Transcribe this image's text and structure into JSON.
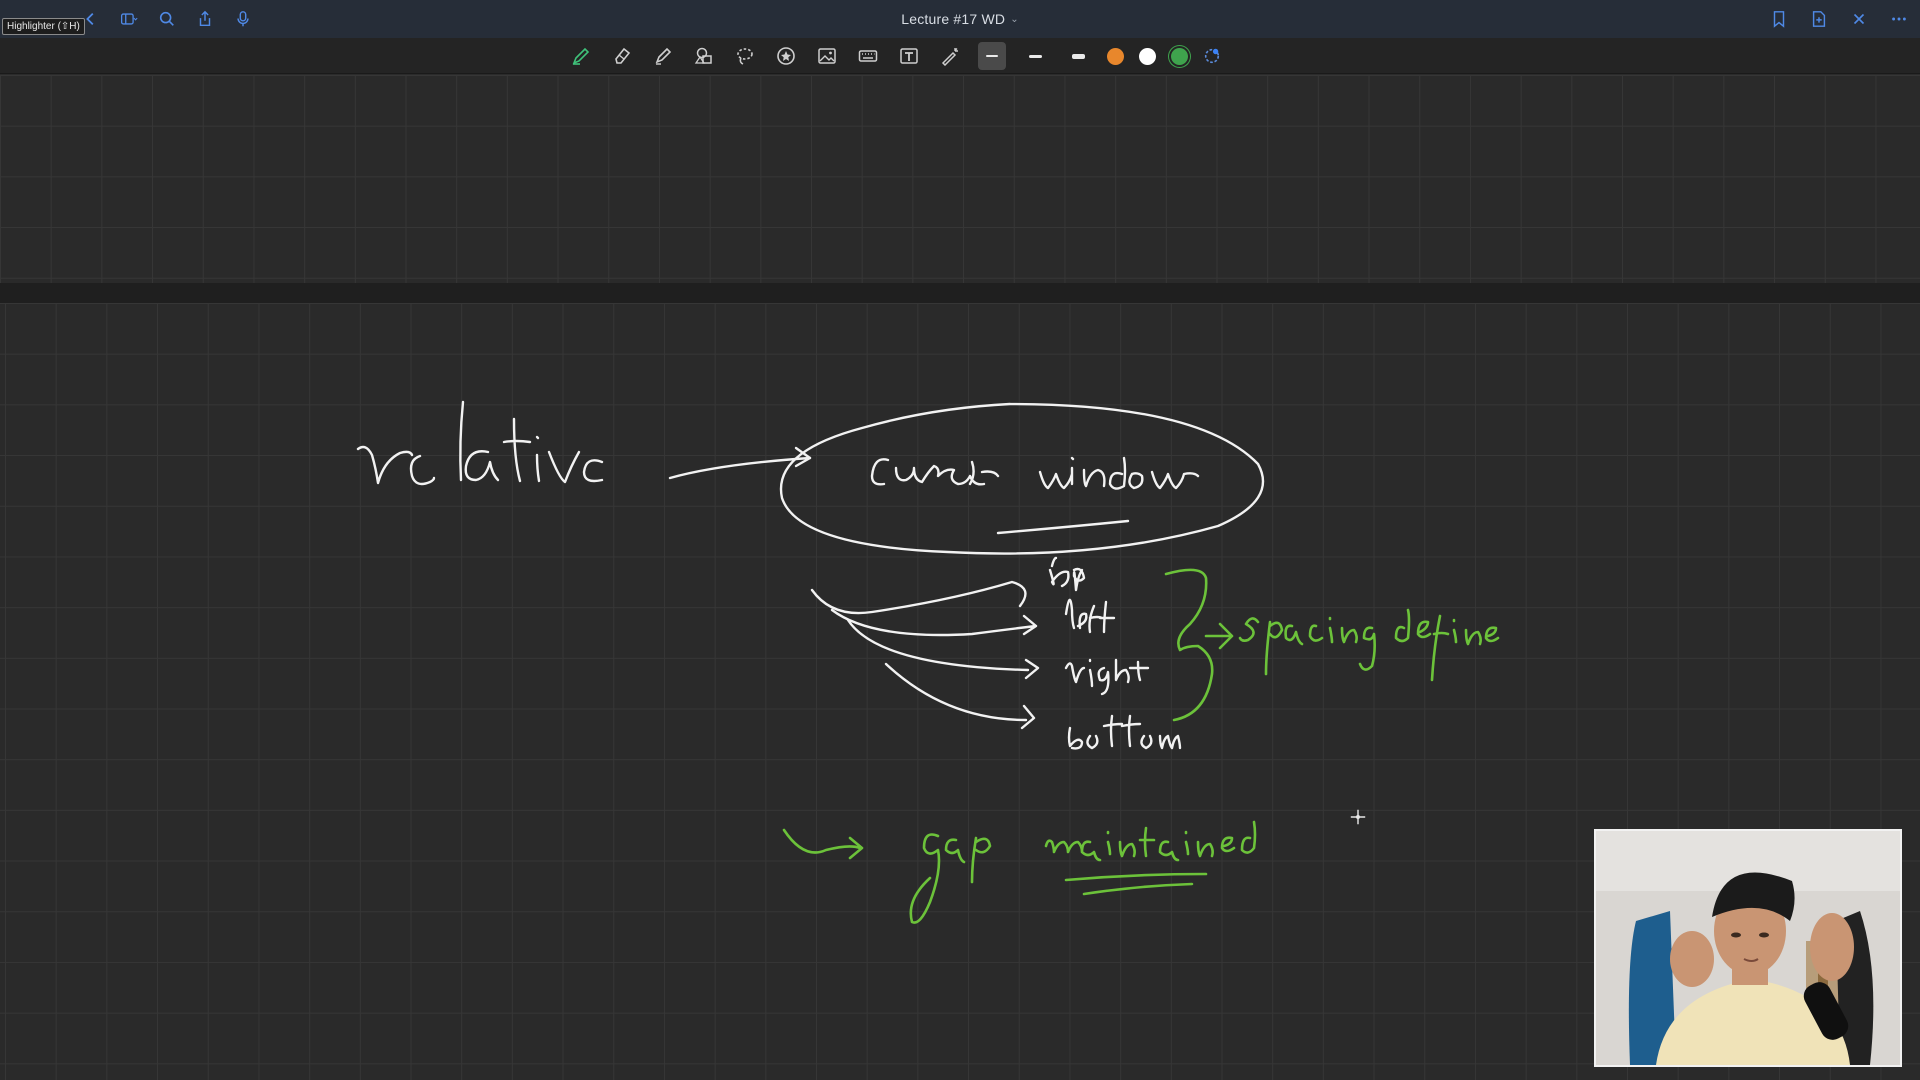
{
  "window": {
    "title": "Lecture #17 WD",
    "tooltip": "Highlighter (⇧H)"
  },
  "titlebar": {
    "left_icons": [
      "back-chevron-icon",
      "sidebar-icon",
      "search-icon",
      "share-icon",
      "microphone-icon"
    ],
    "right_icons": [
      "bookmark-icon",
      "add-page-icon",
      "close-icon",
      "more-icon"
    ]
  },
  "toolbar": {
    "tools": [
      "pen-tool-icon",
      "eraser-icon",
      "highlighter-icon",
      "shapes-icon",
      "lasso-icon",
      "sticker-icon",
      "image-icon",
      "keyboard-icon",
      "text-box-icon",
      "laser-pointer-icon"
    ],
    "active_tool": "pen-tool-icon",
    "stroke_widths": [
      "thin",
      "medium",
      "thick"
    ],
    "selected_stroke": "thin",
    "colors": [
      "#e8872c",
      "#ffffff",
      "#3fa34d",
      "#3b82f6"
    ],
    "selected_color": "#3fa34d"
  },
  "colors": {
    "accent_blue": "#4f89e6",
    "ink_white": "#f2f2f2",
    "ink_green": "#6cc23a",
    "canvas": "#2a2a2a"
  },
  "notes": {
    "white_words": [
      "relative",
      "current window",
      "top",
      "left",
      "right",
      "bottom"
    ],
    "green_words": [
      "spacing define",
      "gap maintained"
    ]
  }
}
